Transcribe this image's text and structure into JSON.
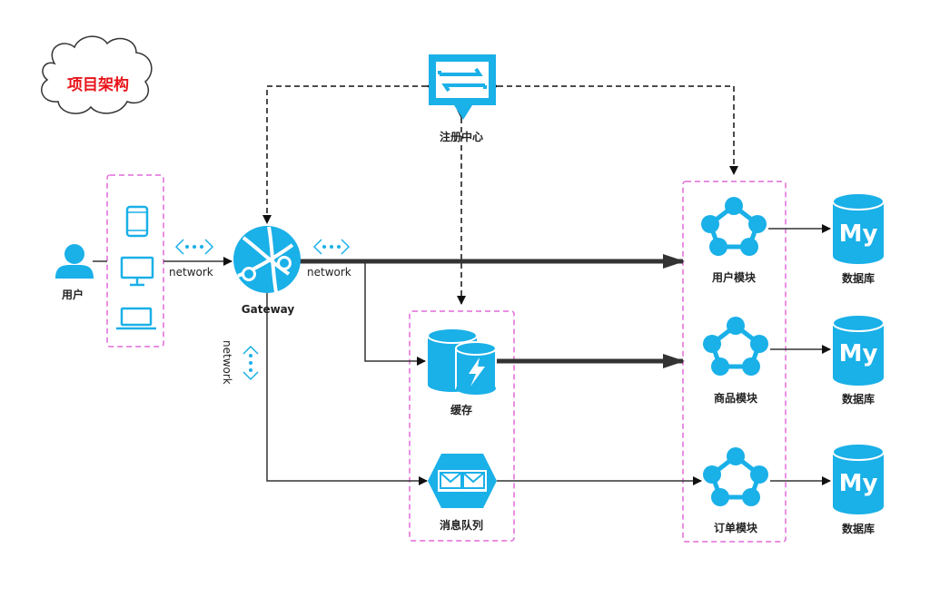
{
  "title": "项目架构",
  "user": {
    "label": "用户"
  },
  "gateway": {
    "label": "Gateway"
  },
  "registry": {
    "label": "注册中心"
  },
  "cache": {
    "label": "缓存"
  },
  "mq": {
    "label": "消息队列"
  },
  "modules": [
    {
      "label": "用户模块"
    },
    {
      "label": "商品模块"
    },
    {
      "label": "订单模块"
    }
  ],
  "databases": [
    {
      "label": "数据库",
      "logo": "My"
    },
    {
      "label": "数据库",
      "logo": "My"
    },
    {
      "label": "数据库",
      "logo": "My"
    }
  ],
  "network_labels": [
    "network",
    "network",
    "network"
  ],
  "devices": [
    "tablet-icon",
    "monitor-icon",
    "laptop-icon"
  ],
  "colors": {
    "accent": "#1ab0e8",
    "group_border": "#e06ad9",
    "title": "#e8141a",
    "arrow": "#333333"
  }
}
